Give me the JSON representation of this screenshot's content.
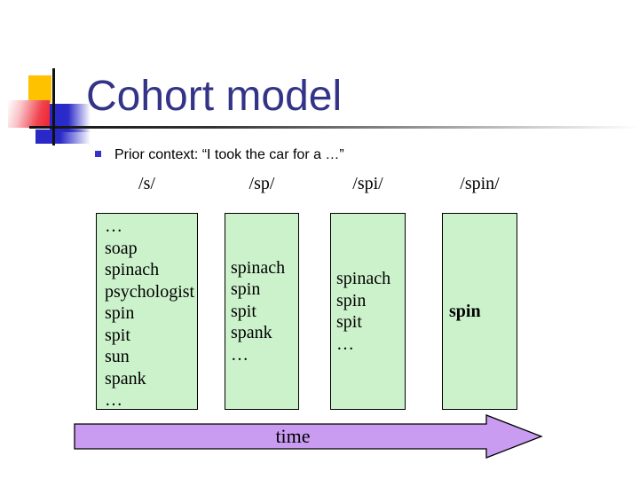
{
  "slide": {
    "title": "Cohort model",
    "bullet": "Prior context: “I took the car for a …”"
  },
  "cohort_columns": [
    {
      "header": "/s/",
      "words": [
        "…",
        "soap",
        "spinach",
        "psychologist",
        "spin",
        "spit",
        "sun",
        "spank",
        "…"
      ],
      "emphasized": false
    },
    {
      "header": "/sp/",
      "words": [
        "spinach",
        "spin",
        "spit",
        "spank",
        "…"
      ],
      "emphasized": false
    },
    {
      "header": "/spi/",
      "words": [
        "spinach",
        "spin",
        "spit",
        "…"
      ],
      "emphasized": false
    },
    {
      "header": "/spin/",
      "words": [
        "spin"
      ],
      "emphasized": true
    }
  ],
  "timeline": {
    "label": "time"
  },
  "colors": {
    "title_text": "#333388",
    "bullet_marker": "#3333CC",
    "box_fill": "#CCF2CC",
    "box_border": "#000000",
    "arrow_fill": "#C99CF2",
    "arrow_outline": "#000000",
    "logo_yellow": "#FFC200",
    "logo_red": "#EE2231",
    "logo_blue": "#2929C8"
  }
}
